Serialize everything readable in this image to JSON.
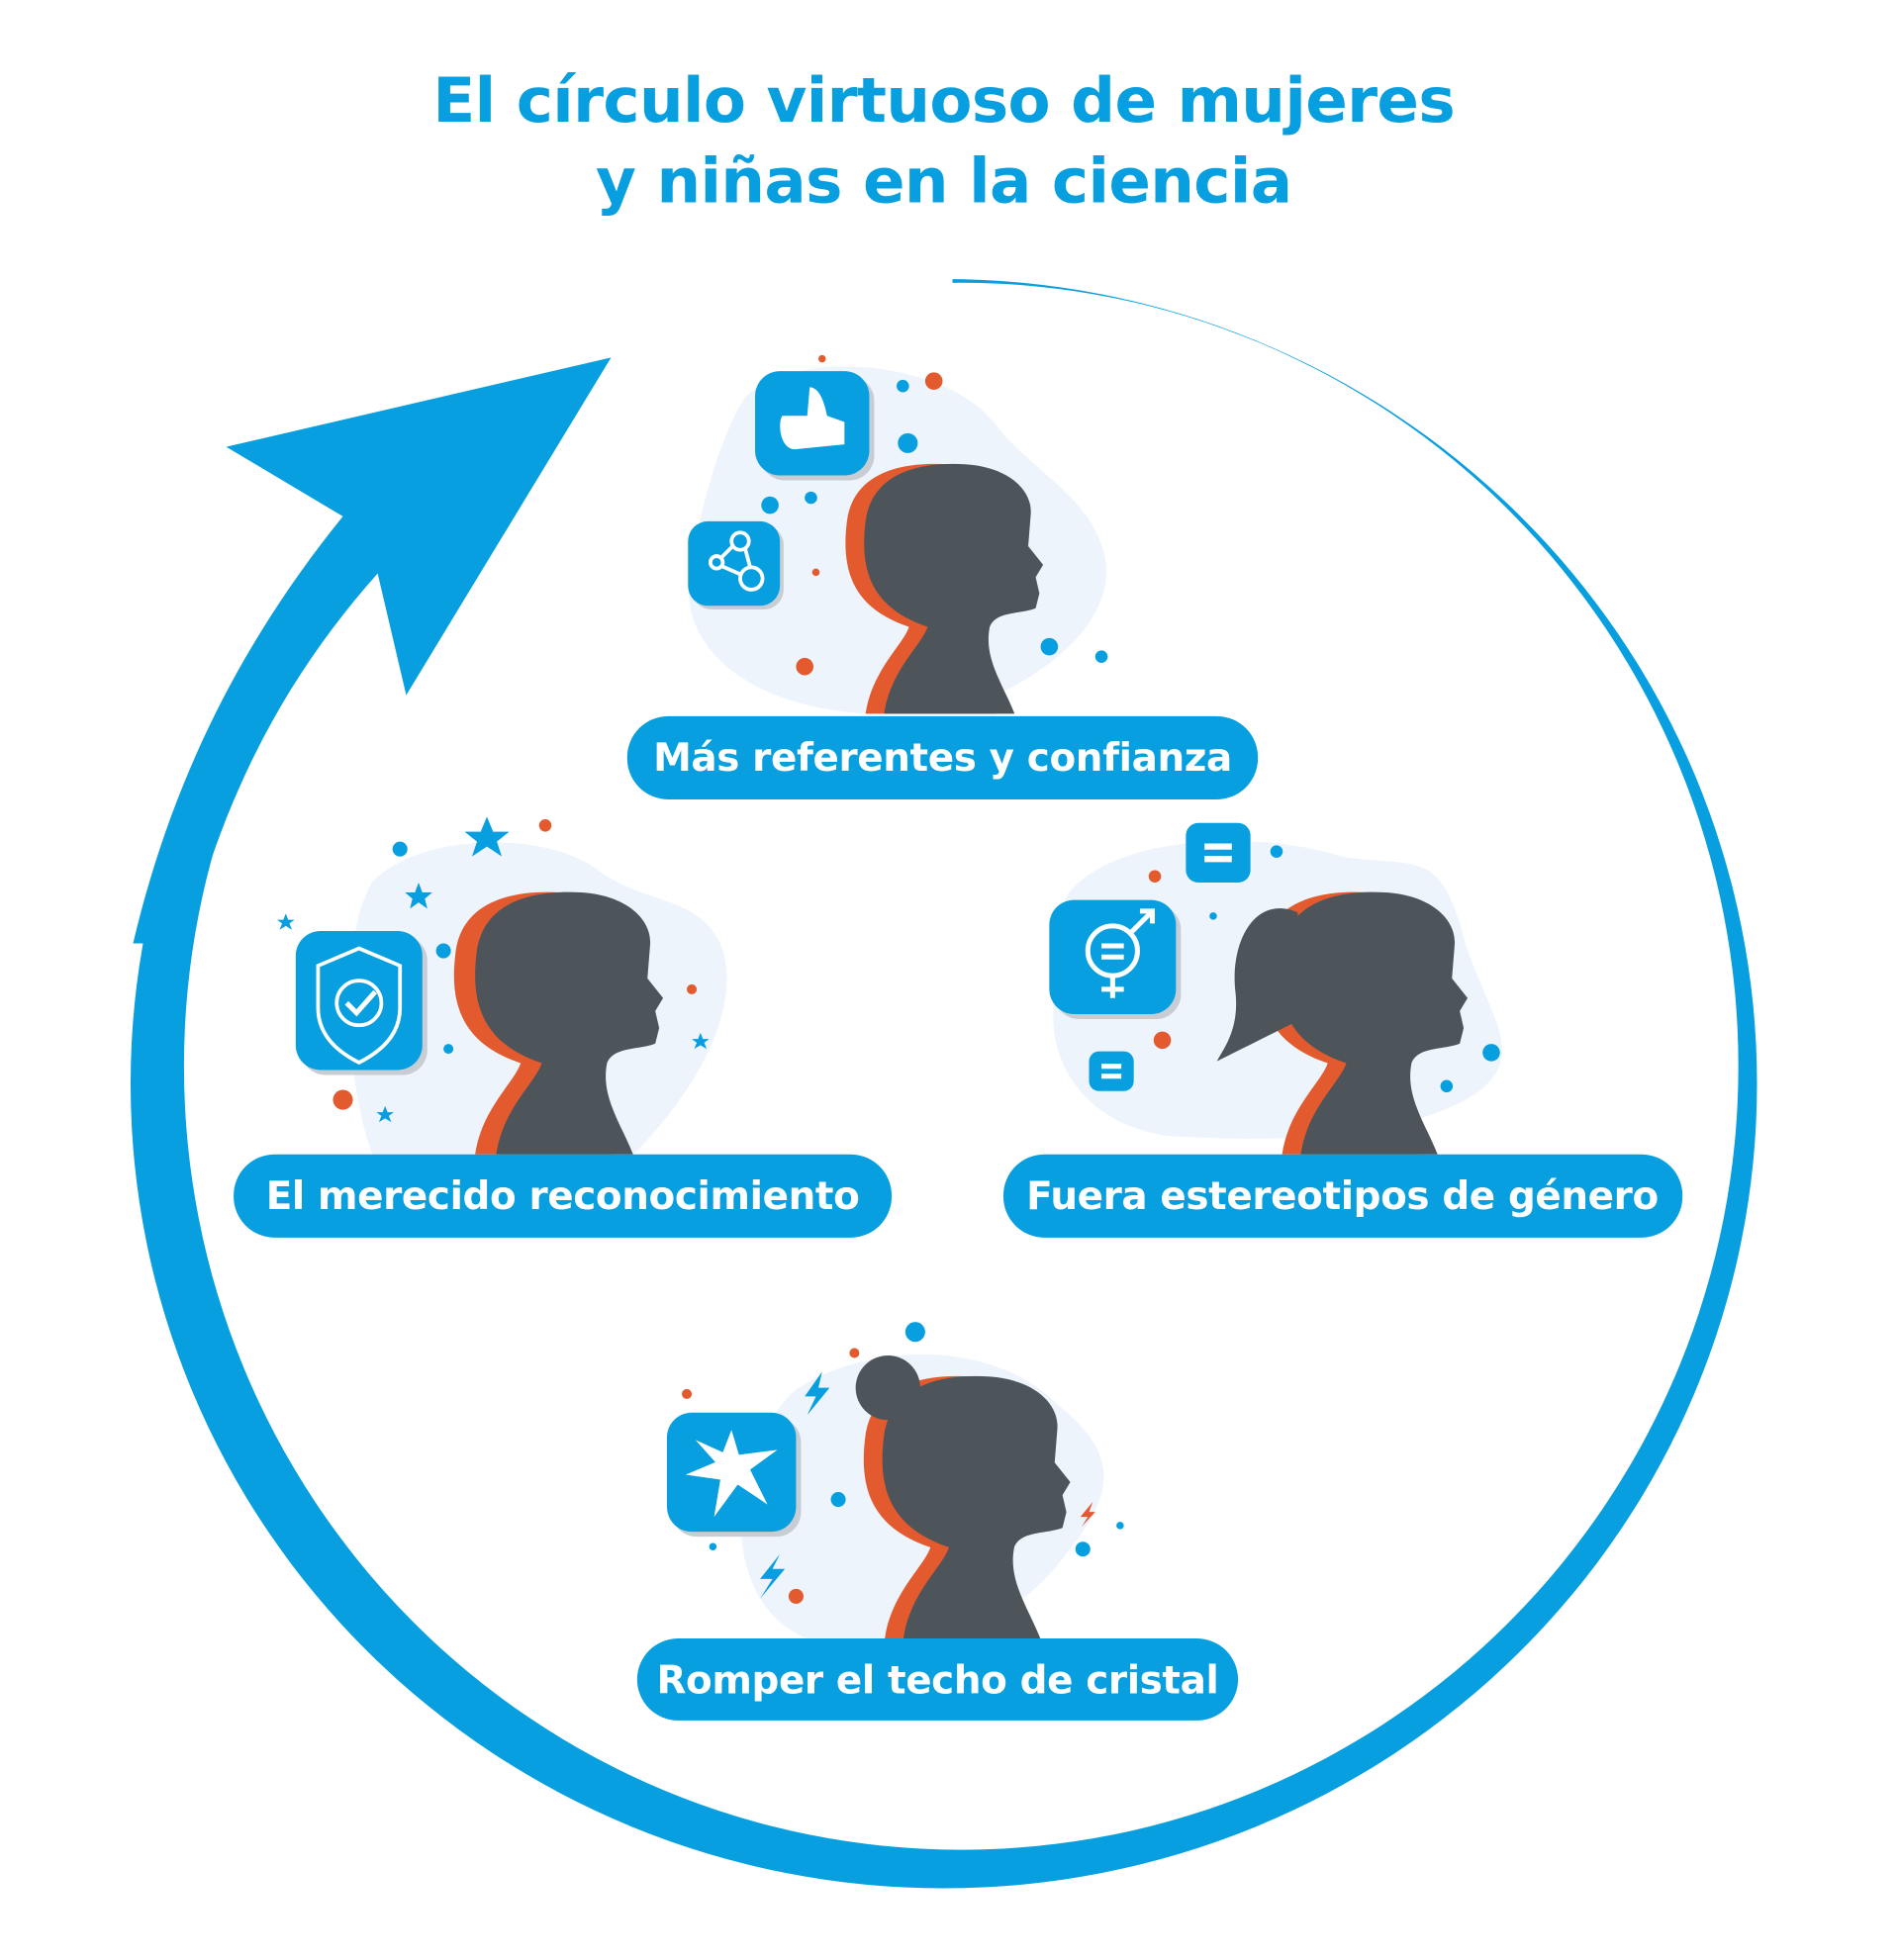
{
  "title": {
    "line1": "El círculo virtuoso de mujeres",
    "line2": "y niñas en la ciencia"
  },
  "stages": [
    {
      "label": "Más referentes y confianza",
      "icons": [
        "thumbs-up-icon",
        "network-icon"
      ]
    },
    {
      "label": "El merecido reconocimiento",
      "icons": [
        "shield-check-icon",
        "star-icon"
      ]
    },
    {
      "label": "Fuera estereotipos de género",
      "icons": [
        "gender-equality-icon",
        "equals-icon"
      ]
    },
    {
      "label": "Romper el techo de cristal",
      "icons": [
        "broken-glass-icon",
        "lightning-icon"
      ]
    }
  ],
  "colors": {
    "primary": "#079fe0",
    "accent": "#e35a2e",
    "silhouette": "#4d545a",
    "blob": "#edf4fc"
  }
}
